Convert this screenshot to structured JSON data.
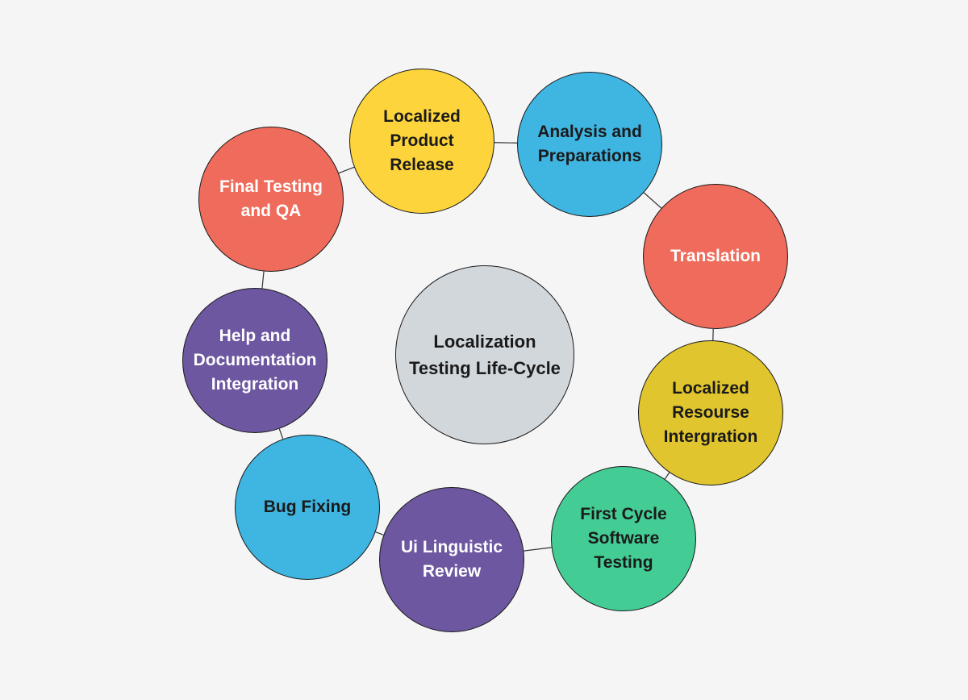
{
  "center": {
    "label": "Localization\nTesting Life-Cycle",
    "color": "#d2d7dc"
  },
  "stages": [
    {
      "id": "localized-product-release",
      "label": "Localized\nProduct\nRelease",
      "color": "#fdd43b",
      "text_color": "#1a1a1a"
    },
    {
      "id": "analysis-preparations",
      "label": "Analysis and\nPreparations",
      "color": "#3fb5e2",
      "text_color": "#1a1a1a"
    },
    {
      "id": "translation",
      "label": "Translation",
      "color": "#ef6b5b",
      "text_color": "#ffffff"
    },
    {
      "id": "localized-resource",
      "label": "Localized\nResourse\nIntergration",
      "color": "#e0c52e",
      "text_color": "#1a1a1a"
    },
    {
      "id": "first-cycle",
      "label": "First Cycle\nSoftware\nTesting",
      "color": "#43cd95",
      "text_color": "#1a1a1a"
    },
    {
      "id": "ui-linguistic",
      "label": "Ui Linguistic\nReview",
      "color": "#6c57a0",
      "text_color": "#ffffff"
    },
    {
      "id": "bug-fixing",
      "label": "Bug Fixing",
      "color": "#3fb5e2",
      "text_color": "#1a1a1a"
    },
    {
      "id": "help-documentation",
      "label": "Help and\nDocumentation\nIntegration",
      "color": "#6c57a0",
      "text_color": "#ffffff"
    },
    {
      "id": "final-testing",
      "label": "Final Testing\nand QA",
      "color": "#ef6b5b",
      "text_color": "#ffffff"
    }
  ],
  "connector_color": "#333333"
}
